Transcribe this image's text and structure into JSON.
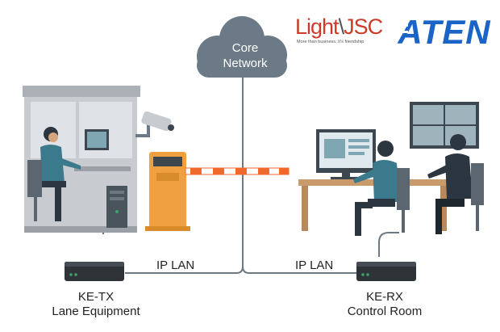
{
  "cloud": {
    "line1": "Core",
    "line2": "Network"
  },
  "logos": {
    "lightjsc": {
      "word": "Light",
      "sep": "\\",
      "suffix": "JSC",
      "tagline": "More than business. It's friendship"
    },
    "aten": {
      "text": "ATEN"
    }
  },
  "links": {
    "left": "IP LAN",
    "right": "IP LAN"
  },
  "devices": {
    "tx": {
      "line1": "KE-TX",
      "line2": "Lane Equipment"
    },
    "rx": {
      "line1": "KE-RX",
      "line2": "Control Room"
    }
  },
  "colors": {
    "cloud": "#6b7a86",
    "cable": "#6b7a86",
    "booth": "#c8ccd1",
    "kiosk": "#f0a040",
    "barrier_orange": "#ef6a2a",
    "person_shirt": "#3a7a8c",
    "person_dark": "#2b3640",
    "device": "#2e3338",
    "aten_blue": "#1a64c8",
    "light_red": "#cc3b2a"
  }
}
